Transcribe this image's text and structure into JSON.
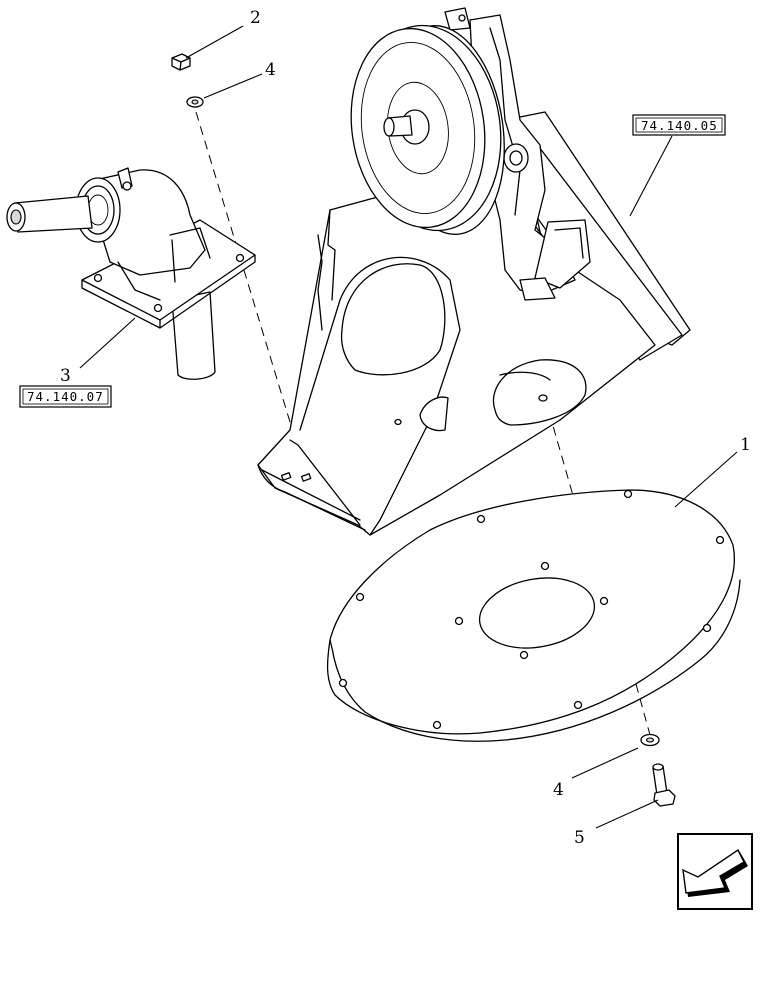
{
  "diagram": {
    "callouts": {
      "item_1": "1",
      "item_2": "2",
      "item_3": "3",
      "item_4_top": "4",
      "item_4_bottom": "4",
      "item_5": "5"
    },
    "references": {
      "ref_upper_right": "74.140.05",
      "ref_left": "74.140.07"
    },
    "nav_icon": "next-page-arrow-icon"
  }
}
